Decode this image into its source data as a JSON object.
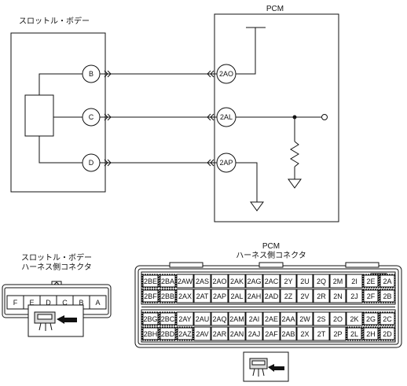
{
  "throttle_body": {
    "title": "スロットル・ボデー",
    "pins": [
      "B",
      "C",
      "D"
    ]
  },
  "pcm": {
    "title": "PCM",
    "pins": [
      "2AO",
      "2AL",
      "2AP"
    ]
  },
  "harness_connector_left": {
    "title_line1": "スロットル・ボデー",
    "title_line2": "ハーネス側コネクタ",
    "cells": [
      "F",
      "E",
      "D",
      "C",
      "B",
      "A"
    ]
  },
  "harness_connector_right": {
    "title_line1": "PCM",
    "title_line2": "ハーネス側コネクタ",
    "row1": [
      "2BE",
      "2BA",
      "2AW",
      "2AS",
      "2AO",
      "2AK",
      "2AG",
      "2AC",
      "2Y",
      "2U",
      "2Q",
      "2M",
      "2I",
      "2E",
      "2A"
    ],
    "row2": [
      "2BF",
      "2BB",
      "2AX",
      "2AT",
      "2AP",
      "2AL",
      "2AH",
      "2AD",
      "2Z",
      "2V",
      "2R",
      "2N",
      "2J",
      "2F",
      "2B"
    ],
    "row3": [
      "2BG",
      "2BC",
      "2AY",
      "2AU",
      "2AQ",
      "2AM",
      "2AI",
      "2AE",
      "2AA",
      "2W",
      "2S",
      "2O",
      "2K",
      "2G",
      "2C"
    ],
    "row4": [
      "2BH",
      "2BD",
      "2AZ",
      "2AV",
      "2AR",
      "2AN",
      "2AJ",
      "2AF",
      "2AB",
      "2X",
      "2T",
      "2P",
      "2L",
      "2H",
      "2D"
    ]
  }
}
